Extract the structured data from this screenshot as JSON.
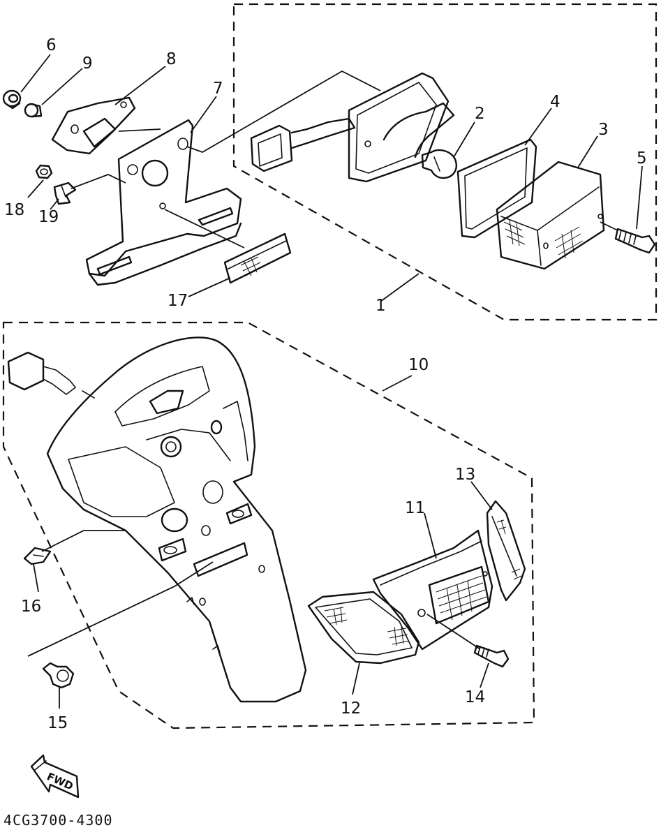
{
  "diagram": {
    "part_numbers": [
      "1",
      "2",
      "3",
      "4",
      "5",
      "6",
      "7",
      "8",
      "9",
      "10",
      "11",
      "12",
      "13",
      "14",
      "15",
      "16",
      "17",
      "18",
      "19"
    ],
    "direction_label": "FWD",
    "drawing_code": "4CG3700-4300"
  }
}
